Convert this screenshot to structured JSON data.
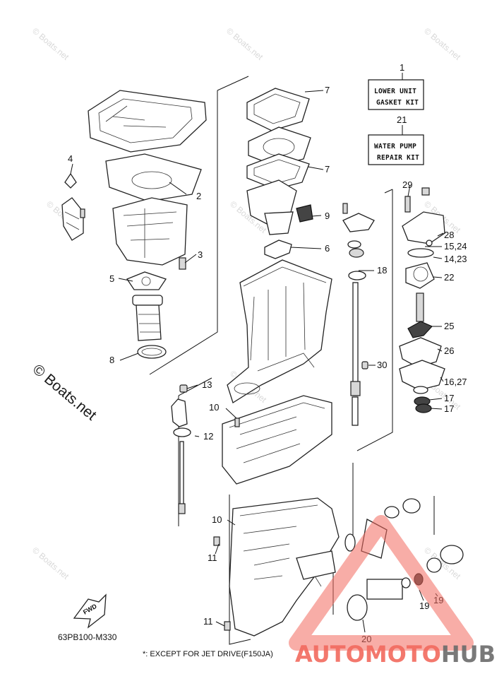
{
  "watermark": "© Boats.net",
  "figure_code": "63PB100-M330",
  "footnote": "*: EXCEPT FOR JET DRIVE(F150JA)",
  "fwd_label": "FWD",
  "kits": [
    {
      "number": "1",
      "line1": "LOWER UNIT",
      "line2": "GASKET KIT"
    },
    {
      "number": "21",
      "line1": "WATER PUMP",
      "line2": "REPAIR KIT"
    }
  ],
  "callouts": [
    "2",
    "3",
    "4",
    "5",
    "6",
    "7",
    "7",
    "8",
    "9",
    "10",
    "10",
    "11",
    "11",
    "12",
    "13",
    "14,23",
    "15,24",
    "16,27",
    "17",
    "17",
    "18",
    "19",
    "19",
    "20",
    "22",
    "25",
    "26",
    "28",
    "29",
    "30"
  ],
  "logo": {
    "part1": "AUTO",
    "part2": "MOTO",
    "part3": "HUB",
    "color1": "#f26a5e",
    "color2": "#6b6b6b"
  }
}
